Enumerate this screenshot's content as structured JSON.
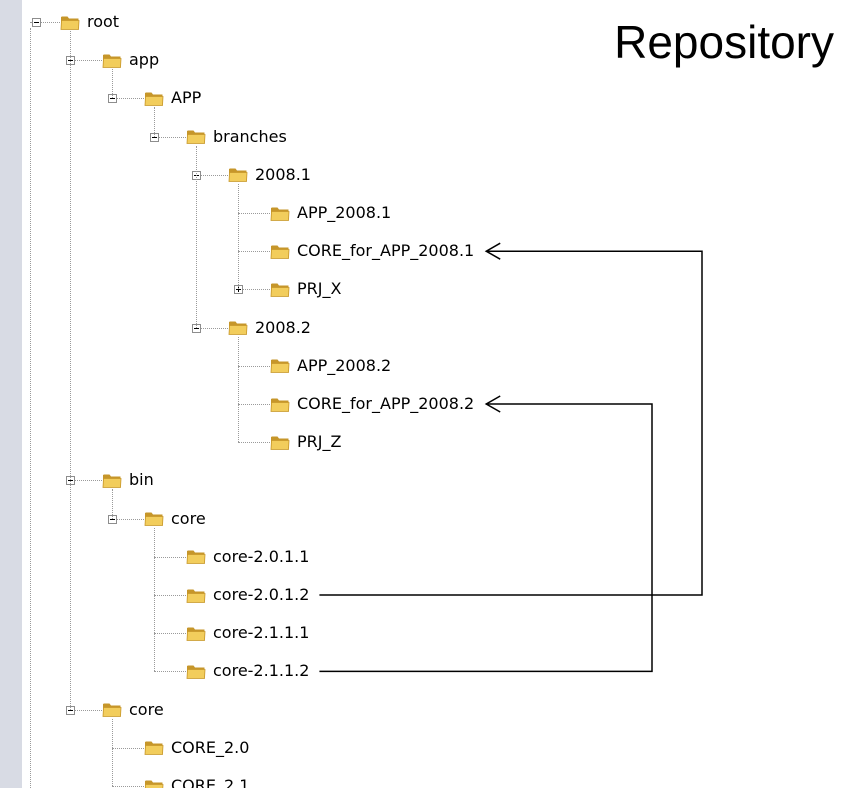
{
  "title": "Repository",
  "tree": [
    {
      "label": "root",
      "depth": 0,
      "expander": "minus",
      "row": 0
    },
    {
      "label": "app",
      "depth": 1,
      "expander": "minus",
      "row": 1
    },
    {
      "label": "APP",
      "depth": 2,
      "expander": "minus",
      "row": 2
    },
    {
      "label": "branches",
      "depth": 3,
      "expander": "minus",
      "row": 3
    },
    {
      "label": "2008.1",
      "depth": 4,
      "expander": "minus",
      "row": 4
    },
    {
      "label": "APP_2008.1",
      "depth": 5,
      "expander": "none",
      "row": 5
    },
    {
      "label": "CORE_for_APP_2008.1",
      "depth": 5,
      "expander": "none",
      "row": 6
    },
    {
      "label": "PRJ_X",
      "depth": 5,
      "expander": "plus",
      "row": 7
    },
    {
      "label": "2008.2",
      "depth": 4,
      "expander": "minus",
      "row": 8
    },
    {
      "label": "APP_2008.2",
      "depth": 5,
      "expander": "none",
      "row": 9
    },
    {
      "label": "CORE_for_APP_2008.2",
      "depth": 5,
      "expander": "none",
      "row": 10
    },
    {
      "label": "PRJ_Z",
      "depth": 5,
      "expander": "none",
      "row": 11
    },
    {
      "label": "bin",
      "depth": 1,
      "expander": "minus",
      "row": 12
    },
    {
      "label": "core",
      "depth": 2,
      "expander": "minus",
      "row": 13
    },
    {
      "label": "core-2.0.1.1",
      "depth": 3,
      "expander": "none",
      "row": 14
    },
    {
      "label": "core-2.0.1.2",
      "depth": 3,
      "expander": "none",
      "row": 15
    },
    {
      "label": "core-2.1.1.1",
      "depth": 3,
      "expander": "none",
      "row": 16
    },
    {
      "label": "core-2.1.1.2",
      "depth": 3,
      "expander": "none",
      "row": 17
    },
    {
      "label": "core",
      "depth": 1,
      "expander": "minus",
      "row": 18
    },
    {
      "label": "CORE_2.0",
      "depth": 2,
      "expander": "none",
      "row": 19
    },
    {
      "label": "CORE_2.1",
      "depth": 2,
      "expander": "none",
      "row": 20
    }
  ],
  "links": [
    {
      "from": "core-2.0.1.2",
      "to": "CORE_for_APP_2008.1"
    },
    {
      "from": "core-2.1.1.2",
      "to": "CORE_for_APP_2008.2"
    }
  ],
  "colors": {
    "folder_fill": "#f2cd5c",
    "folder_edge": "#c6962a",
    "background": "#d8dbe4",
    "canvas": "#ffffff"
  },
  "icons": {
    "folder": "folder-icon",
    "expand": "plus-box-icon",
    "collapse": "minus-box-icon"
  }
}
